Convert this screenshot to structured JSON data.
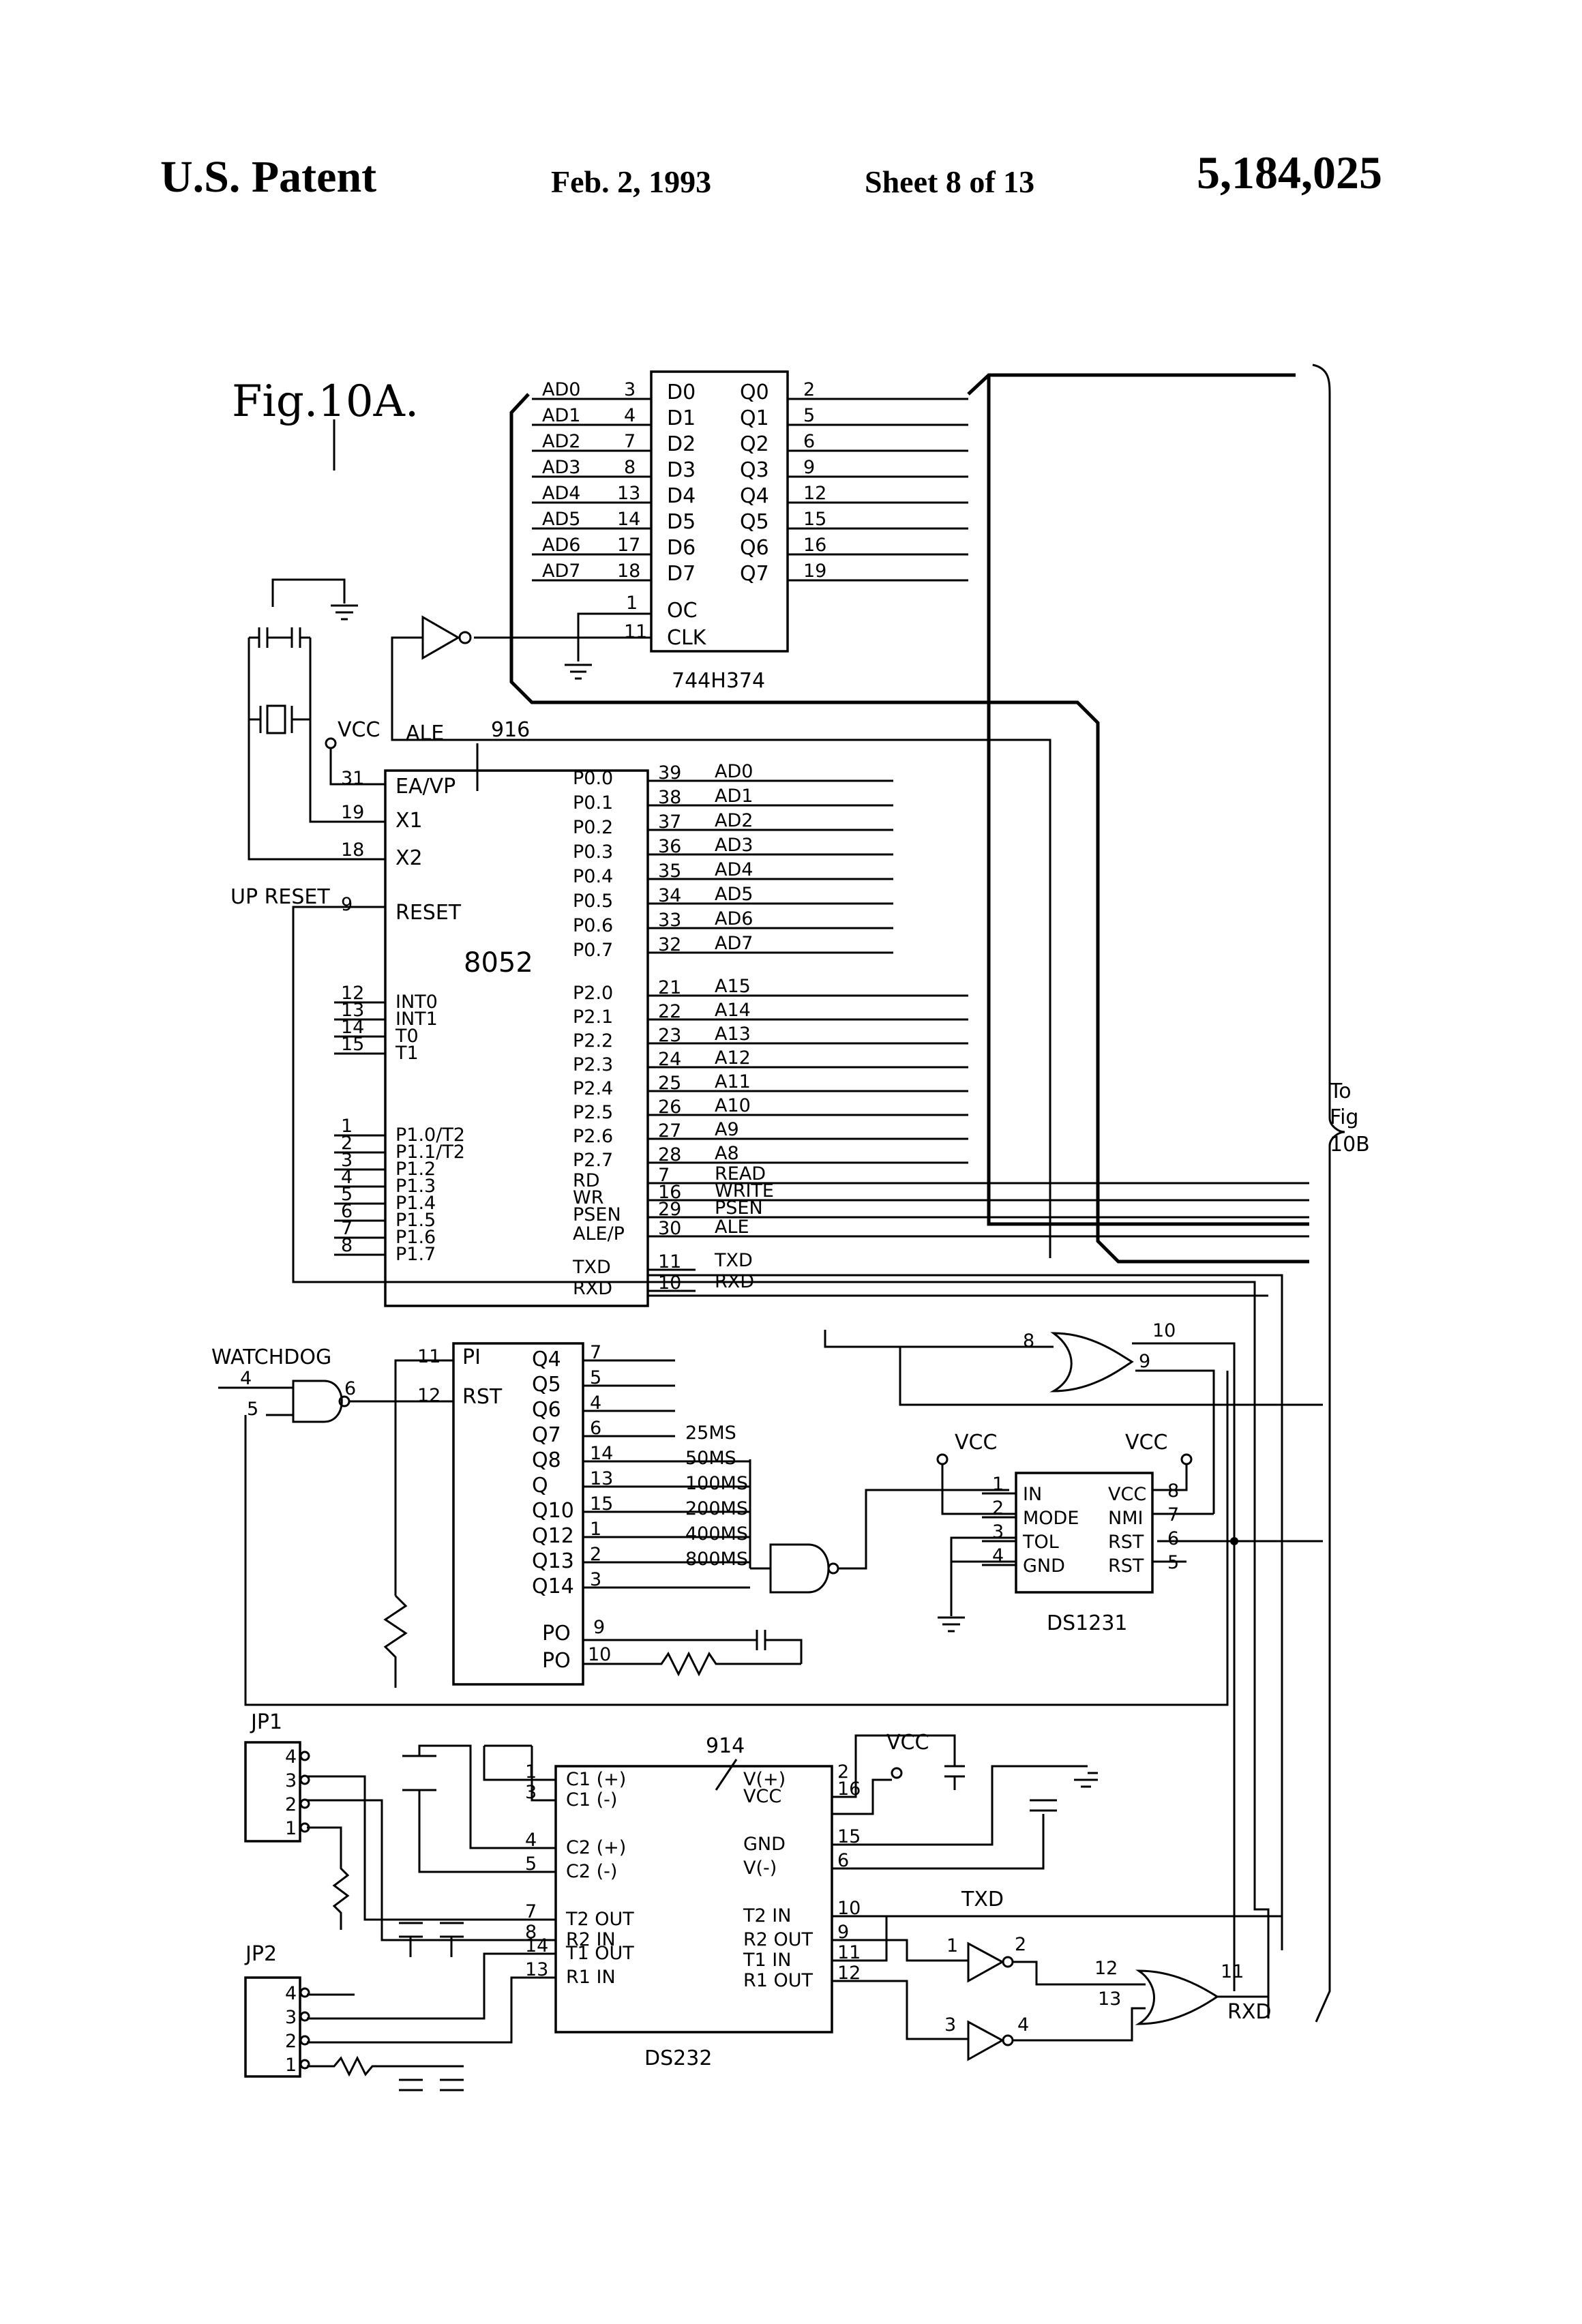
{
  "header": {
    "title": "U.S. Patent",
    "date": "Feb. 2, 1993",
    "sheet": "Sheet 8 of 13",
    "patent_number": "5,184,025"
  },
  "figure": {
    "label": "Fig.10A.",
    "to_fig": [
      "To",
      "Fig",
      "10B"
    ]
  },
  "latch": {
    "name": "744H374",
    "inputs": [
      {
        "signal": "AD0",
        "pin": "3",
        "name": "D0"
      },
      {
        "signal": "AD1",
        "pin": "4",
        "name": "D1"
      },
      {
        "signal": "AD2",
        "pin": "7",
        "name": "D2"
      },
      {
        "signal": "AD3",
        "pin": "8",
        "name": "D3"
      },
      {
        "signal": "AD4",
        "pin": "13",
        "name": "D4"
      },
      {
        "signal": "AD5",
        "pin": "14",
        "name": "D5"
      },
      {
        "signal": "AD6",
        "pin": "17",
        "name": "D6"
      },
      {
        "signal": "AD7",
        "pin": "18",
        "name": "D7"
      }
    ],
    "outputs": [
      {
        "name": "Q0",
        "pin": "2"
      },
      {
        "name": "Q1",
        "pin": "5"
      },
      {
        "name": "Q2",
        "pin": "6"
      },
      {
        "name": "Q3",
        "pin": "9"
      },
      {
        "name": "Q4",
        "pin": "12"
      },
      {
        "name": "Q5",
        "pin": "15"
      },
      {
        "name": "Q6",
        "pin": "16"
      },
      {
        "name": "Q7",
        "pin": "19"
      }
    ],
    "oc": {
      "name": "OC",
      "pin": "1"
    },
    "clk": {
      "name": "CLK",
      "pin": "11"
    }
  },
  "mcu": {
    "name": "8052",
    "ref": "916",
    "vcc": "VCC",
    "ale_label": "ALE",
    "reset_label": "UP RESET",
    "left_pins": [
      {
        "pin": "31",
        "name": "EA/VP"
      },
      {
        "pin": "19",
        "name": "X1"
      },
      {
        "pin": "18",
        "name": "X2"
      },
      {
        "pin": "9",
        "name": "RESET"
      },
      {
        "pin": "12",
        "name": "INT0"
      },
      {
        "pin": "13",
        "name": "INT1"
      },
      {
        "pin": "14",
        "name": "T0"
      },
      {
        "pin": "15",
        "name": "T1"
      },
      {
        "pin": "1",
        "name": "P1.0/T2"
      },
      {
        "pin": "2",
        "name": "P1.1/T2"
      },
      {
        "pin": "3",
        "name": "P1.2"
      },
      {
        "pin": "4",
        "name": "P1.3"
      },
      {
        "pin": "5",
        "name": "P1.4"
      },
      {
        "pin": "6",
        "name": "P1.5"
      },
      {
        "pin": "7",
        "name": "P1.6"
      },
      {
        "pin": "8",
        "name": "P1.7"
      }
    ],
    "right_pins": [
      {
        "name": "P0.0",
        "pin": "39",
        "signal": "AD0"
      },
      {
        "name": "P0.1",
        "pin": "38",
        "signal": "AD1"
      },
      {
        "name": "P0.2",
        "pin": "37",
        "signal": "AD2"
      },
      {
        "name": "P0.3",
        "pin": "36",
        "signal": "AD3"
      },
      {
        "name": "P0.4",
        "pin": "35",
        "signal": "AD4"
      },
      {
        "name": "P0.5",
        "pin": "34",
        "signal": "AD5"
      },
      {
        "name": "P0.6",
        "pin": "33",
        "signal": "AD6"
      },
      {
        "name": "P0.7",
        "pin": "32",
        "signal": "AD7"
      },
      {
        "name": "P2.0",
        "pin": "21",
        "signal": "A15"
      },
      {
        "name": "P2.1",
        "pin": "22",
        "signal": "A14"
      },
      {
        "name": "P2.2",
        "pin": "23",
        "signal": "A13"
      },
      {
        "name": "P2.3",
        "pin": "24",
        "signal": "A12"
      },
      {
        "name": "P2.4",
        "pin": "25",
        "signal": "A11"
      },
      {
        "name": "P2.5",
        "pin": "26",
        "signal": "A10"
      },
      {
        "name": "P2.6",
        "pin": "27",
        "signal": "A9"
      },
      {
        "name": "P2.7",
        "pin": "28",
        "signal": "A8"
      },
      {
        "name": "RD",
        "pin": "7",
        "signal": "READ"
      },
      {
        "name": "WR",
        "pin": "16",
        "signal": "WRITE"
      },
      {
        "name": "PSEN",
        "pin": "29",
        "signal": "PSEN"
      },
      {
        "name": "ALE/P",
        "pin": "30",
        "signal": "ALE"
      },
      {
        "name": "TXD",
        "pin": "11",
        "signal": "TXD"
      },
      {
        "name": "RXD",
        "pin": "10",
        "signal": "RXD"
      }
    ]
  },
  "watchdog": {
    "label": "WATCHDOG",
    "nand_in": [
      "4",
      "5"
    ],
    "nand_out": "6",
    "counter_left": [
      {
        "pin": "11",
        "name": "PI"
      },
      {
        "pin": "12",
        "name": "RST"
      }
    ],
    "counter_outputs": [
      {
        "name": "Q4",
        "pin": "7"
      },
      {
        "name": "Q5",
        "pin": "5"
      },
      {
        "name": "Q6",
        "pin": "4"
      },
      {
        "name": "Q7",
        "pin": "6"
      },
      {
        "name": "Q8",
        "pin": "14"
      },
      {
        "name": "Q",
        "pin": "13"
      },
      {
        "name": "Q10",
        "pin": "15"
      },
      {
        "name": "Q12",
        "pin": "1"
      },
      {
        "name": "Q13",
        "pin": "2"
      },
      {
        "name": "Q14",
        "pin": "3"
      }
    ],
    "taps": [
      "25MS",
      "50MS",
      "100MS",
      "200MS",
      "400MS",
      "800MS"
    ],
    "osc_pins": [
      {
        "name": "PO",
        "pin": "9"
      },
      {
        "name": "PO",
        "pin": "10"
      }
    ],
    "or_gate_pins": [
      "8",
      "10",
      "9"
    ]
  },
  "supervisor": {
    "name": "DS1231",
    "vcc_left": "VCC",
    "vcc_right": "VCC",
    "left_pins": [
      {
        "pin": "1",
        "name": "IN"
      },
      {
        "pin": "2",
        "name": "MODE"
      },
      {
        "pin": "3",
        "name": "TOL"
      },
      {
        "pin": "4",
        "name": "GND"
      }
    ],
    "right_pins": [
      {
        "name": "VCC",
        "pin": "8"
      },
      {
        "name": "NMI",
        "pin": "7"
      },
      {
        "name": "RST",
        "pin": "6"
      },
      {
        "name": "RST",
        "pin": "5"
      }
    ]
  },
  "rs232": {
    "name": "DS232",
    "ref": "914",
    "vcc": "VCC",
    "left_pins": [
      {
        "pin": "1",
        "name": "C1 (+)"
      },
      {
        "pin": "3",
        "name": "C1 (-)"
      },
      {
        "pin": "4",
        "name": "C2 (+)"
      },
      {
        "pin": "5",
        "name": "C2 (-)"
      },
      {
        "pin": "7",
        "name": "T2 OUT"
      },
      {
        "pin": "8",
        "name": "R2 IN"
      },
      {
        "pin": "14",
        "name": "T1 OUT"
      },
      {
        "pin": "13",
        "name": "R1 IN"
      }
    ],
    "right_pins": [
      {
        "name": "V(+)",
        "pin": "2"
      },
      {
        "name": "VCC",
        "pin": "16"
      },
      {
        "name": "GND",
        "pin": "15"
      },
      {
        "name": "V(-)",
        "pin": "6"
      },
      {
        "name": "T2 IN",
        "pin": "10"
      },
      {
        "name": "R2 OUT",
        "pin": "9"
      },
      {
        "name": "T1 IN",
        "pin": "11"
      },
      {
        "name": "R1 OUT",
        "pin": "12"
      }
    ],
    "txd": "TXD",
    "rxd": "RXD",
    "inv1_pins": [
      "1",
      "2"
    ],
    "inv2_pins": [
      "3",
      "4"
    ],
    "or_pins": [
      "12",
      "13",
      "11"
    ]
  },
  "jumpers": {
    "jp1": {
      "label": "JP1",
      "pins": [
        "4",
        "3",
        "2",
        "1"
      ]
    },
    "jp2": {
      "label": "JP2",
      "pins": [
        "4",
        "3",
        "2",
        "1"
      ]
    }
  }
}
